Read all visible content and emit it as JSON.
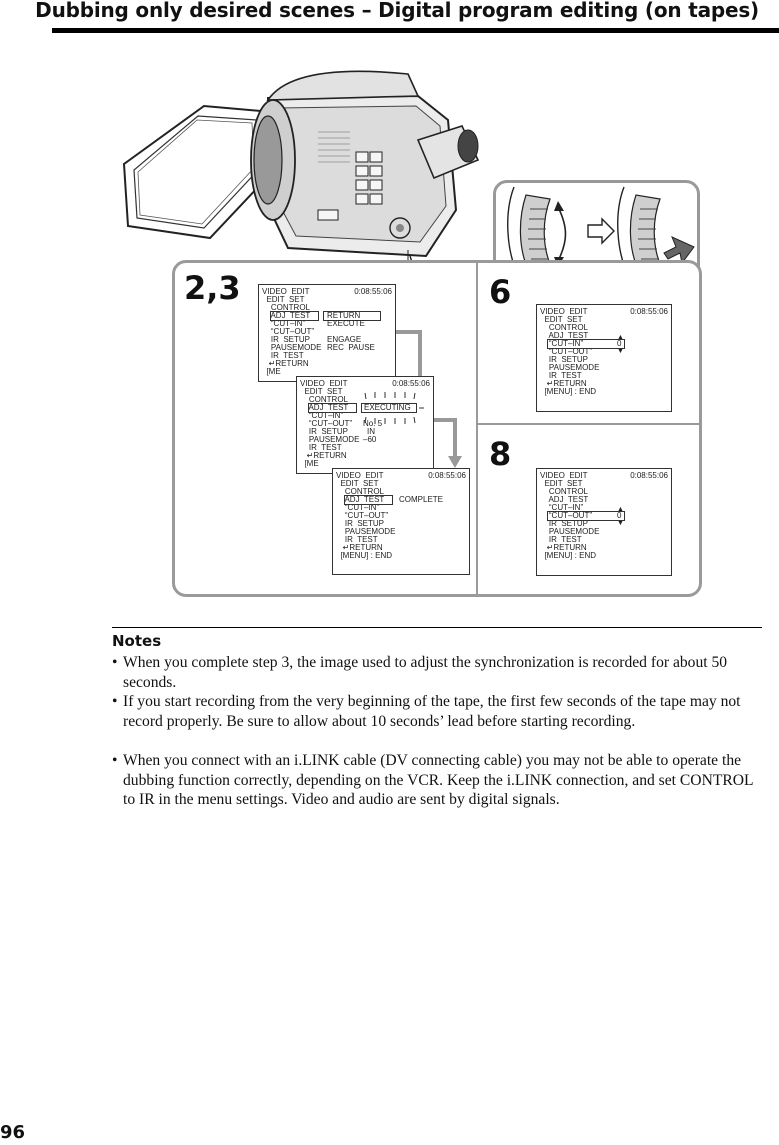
{
  "header": {
    "title": "Dubbing only desired scenes – Digital program editing (on tapes)"
  },
  "figure": {
    "steps": {
      "s23": "2,3",
      "s6": "6",
      "s8": "8"
    },
    "screen1": {
      "time": "0:08:55:06",
      "lines": [
        "VIDEO  EDIT",
        "  EDIT  SET",
        "    CONTROL",
        "    ADJ  TEST",
        "    “CUT–IN”",
        "    “CUT–OUT”",
        "    IR  SETUP",
        "    PAUSEMODE",
        "    IR  TEST",
        "   ↵RETURN",
        "  [ME"
      ],
      "side": [
        "RETURN",
        "EXECUTE",
        "",
        "ENGAGE",
        "REC  PAUSE"
      ]
    },
    "screen2": {
      "time": "0:08:55:06",
      "lines": [
        "VIDEO  EDIT",
        "  EDIT  SET",
        "    CONTROL",
        "    ADJ  TEST",
        "    “CUT–IN”",
        "    “CUT–OUT”",
        "    IR  SETUP",
        "    PAUSEMODE",
        "    IR  TEST",
        "   ↵RETURN",
        "  [ME"
      ],
      "executing": "EXECUTING",
      "side": [
        "No. 5",
        "IN",
        "–60"
      ]
    },
    "screen3": {
      "time": "0:08:55:06",
      "lines": [
        "VIDEO  EDIT",
        "  EDIT  SET",
        "    CONTROL",
        "    ADJ  TEST",
        "    “CUT–IN”",
        "    “CUT–OUT”",
        "    IR  SETUP",
        "    PAUSEMODE",
        "    IR  TEST",
        "   ↵RETURN",
        "  [MENU] : END"
      ],
      "complete": "COMPLETE"
    },
    "screen6": {
      "time": "0:08:55:06",
      "lines": [
        "VIDEO  EDIT",
        "  EDIT  SET",
        "    CONTROL",
        "    ADJ  TEST",
        "    “CUT–IN”",
        "    “CUT–OUT”",
        "    IR  SETUP",
        "    PAUSEMODE",
        "    IR  TEST",
        "   ↵RETURN",
        "  [MENU] : END"
      ],
      "value": "0"
    },
    "screen8": {
      "time": "0:08:55:06",
      "lines": [
        "VIDEO  EDIT",
        "  EDIT  SET",
        "    CONTROL",
        "    ADJ  TEST",
        "    “CUT–IN”",
        "    “CUT–OUT”",
        "    IR  SETUP",
        "    PAUSEMODE",
        "    IR  TEST",
        "   ↵RETURN",
        "  [MENU] : END"
      ],
      "value": "0"
    }
  },
  "notes": {
    "title": "Notes",
    "bullet": "•",
    "items": [
      "When you complete step 3, the image used to adjust the synchronization is recorded for about 50 seconds.",
      "If you start recording from the very beginning of the tape, the first few seconds of the tape may not record properly. Be sure to allow about 10 seconds’ lead before starting recording.",
      "When you connect with an i.LINK cable (DV connecting cable) you may not be able to operate the dubbing function correctly, depending on the VCR. Keep the i.LINK connection, and set CONTROL to IR in the menu settings. Video and audio are sent by digital signals."
    ]
  },
  "page_number": "96"
}
